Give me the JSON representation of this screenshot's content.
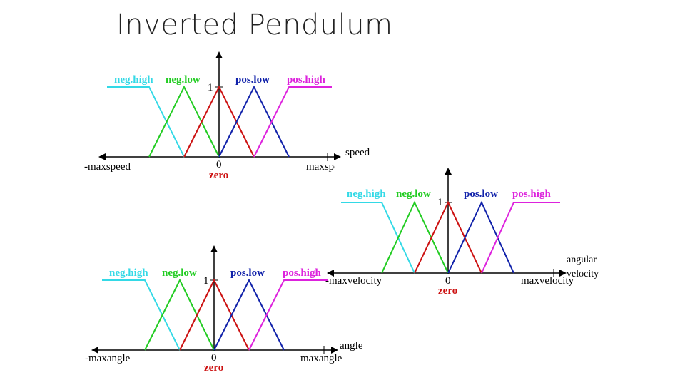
{
  "title": "Inverted Pendulum",
  "colors": {
    "neg_high": "#33d9e6",
    "neg_low": "#22cc22",
    "zero": "#cc1111",
    "pos_low": "#1122aa",
    "pos_high": "#dd22dd",
    "axis": "#000000"
  },
  "membership_labels": {
    "neg_high": "neg.high",
    "neg_low": "neg.low",
    "zero": "zero",
    "pos_low": "pos.low",
    "pos_high": "pos.high",
    "one": "1",
    "origin": "0"
  },
  "diagrams": [
    {
      "id": "speed",
      "variable_label": "speed",
      "min_label": "-maxspeed",
      "max_label": "maxspeed"
    },
    {
      "id": "angular-velocity",
      "variable_label_line1": "angular",
      "variable_label_line2": "velocity",
      "min_label": "-maxvelocity",
      "max_label": "maxvelocity"
    },
    {
      "id": "angle",
      "variable_label": "angle",
      "min_label": "-maxangle",
      "max_label": "maxangle"
    }
  ]
}
